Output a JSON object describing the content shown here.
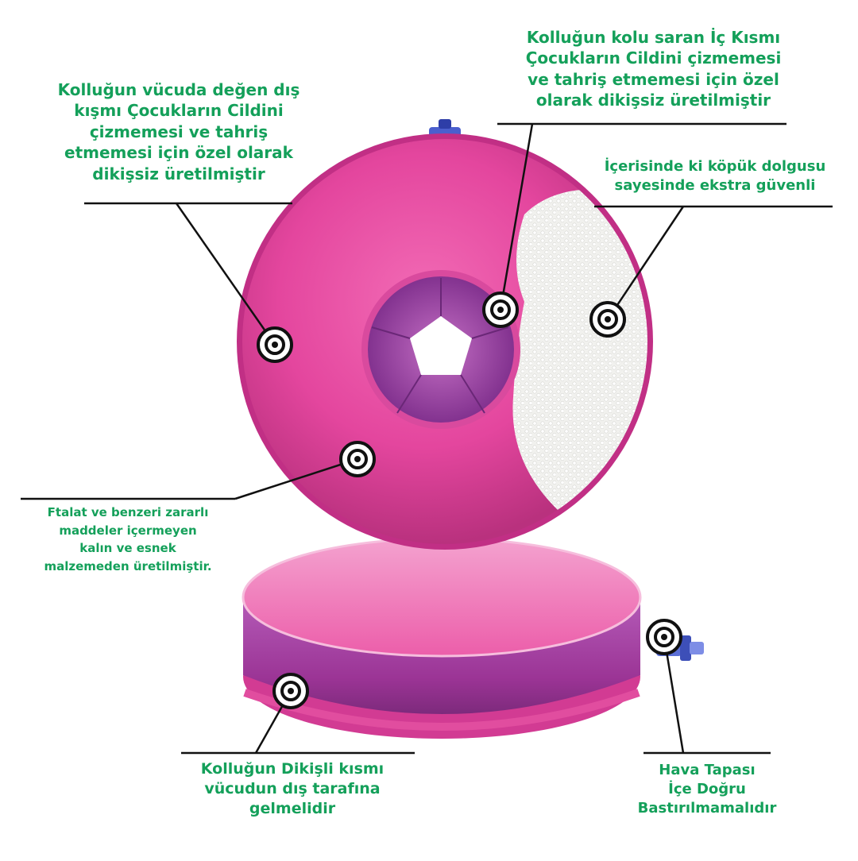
{
  "callouts": {
    "outer_surface": "Kolluğun vücuda değen dış\nkışmı Çocukların Cildini\nçizmemesi ve tahriş\netmemesi için özel olarak\ndikişsiz üretilmiştir",
    "inner_surface": "Kolluğun kolu saran İç Kısmı\nÇocukların Cildini çizmemesi\nve tahriş etmemesi için özel\nolarak dikişsiz üretilmiştir",
    "foam_fill": "İçerisinde ki köpük dolgusu\nsayesinde ekstra güvenli",
    "material": "Ftalat ve benzeri zararlı\nmaddeler içermeyen\nkalın ve esnek\nmalzemeden üretilmiştir.",
    "seam": "Kolluğun Dikişli kısmı\nvücudun dış tarafına\ngelmelidir",
    "air_valve": "Hava Tapası\nİçe Doğru\nBastırılmamalıdır"
  },
  "colors": {
    "text_green": "#14a05a",
    "pink": "#e6409b",
    "purple": "#a53a98",
    "leader_line": "#111111"
  }
}
